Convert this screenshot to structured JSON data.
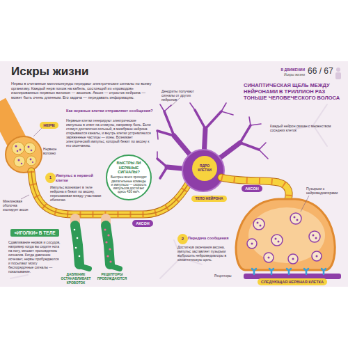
{
  "diagram": {
    "title": "Искры жизни",
    "nodes": [
      {
        "text": [
          "НЕРВ"
        ]
      },
      {
        "text": [
          "1"
        ]
      },
      {
        "text": [
          "БЫСТРЫ ЛИ НЕРВНЫЕ СИГНАЛЫ?",
          "Быстрее всего проходят двигательные команды и импульсы — скорость импульсов достигает здесь 430 км/ч."
        ]
      },
      {
        "text": [
          "ЯДРО КЛЕТКИ"
        ]
      },
      {
        "text": [
          "ТЕЛО НЕЙРОНА"
        ]
      },
      {
        "text": [
          "АКСОН"
        ]
      },
      {
        "text": [
          "АКСОН"
        ]
      },
      {
        "text": [
          "2"
        ]
      },
      {
        "text": [
          "«ИГОЛКИ» В ТЕЛЕ"
        ]
      },
      {
        "text": [
          "СЛЕДУЮЩАЯ НЕРВНАЯ КЛЕТКА"
        ]
      }
    ],
    "labels": [
      "В ДВИЖЕНИИ",
      "Искры жизни",
      "66 / 67",
      "Нервы в считанные миллисекунды передают электрические сигналы по всему организму. Каждый нерв похож на кабель, состоящий из «проводов» изолированных нервных волокон — аксонов. Аксон — отросток нейрона — может быть очень длинным. Его задача — передавать информацию.",
      "Как нервные клетки отправляют сообщения?",
      "Нервные клетки генерируют электрические импульсы в ответ на стимулы, например боль. Если стимул достаточно сильный, в мембране нейрона открываются каналы, и внутрь клетки устремляются заряженные частицы — ионы. Возникает электрический импульс, который бежит по аксону к его окончанию.",
      "СИНАПТИЧЕСКАЯ ЩЕЛЬ МЕЖДУ НЕЙРОНАМИ В ТРИЛЛИОН РАЗ ТОНЬШЕ ЧЕЛОВЕЧЕСКОГО ВОЛОСА",
      "Импульс в нервной клетке",
      "Импульс возникает в теле нейрона и бежит по аксону, перескакивая между участками оболочки.",
      "Передача сообщения",
      "Достигнув окончания аксона, импульс заставляет пузырьки выбросить нейромедиаторы в синаптическую щель.",
      "Сдавливание нервов и сосудов, например когда вы сидите нога на ногу, мешает прохождению сигналов. Когда давление исчезает, нервы пробуждаются и посылают мозгу беспорядочные сигналы — покалывание.",
      "ДАВЛЕНИЕ ОСТАНАВЛИВАЕТ КРОВОТОК",
      "РЕЦЕПТОРЫ ПРОБУЖДАЮТСЯ",
      "Дендриты получают сигналы от других нейронов",
      "Миелиновая оболочка изолирует аксон",
      "Пузырьки с нейромедиаторами",
      "Рецепторы",
      "Нервное волокно",
      "Каждый нейрон связан с множеством соседних клеток"
    ]
  }
}
